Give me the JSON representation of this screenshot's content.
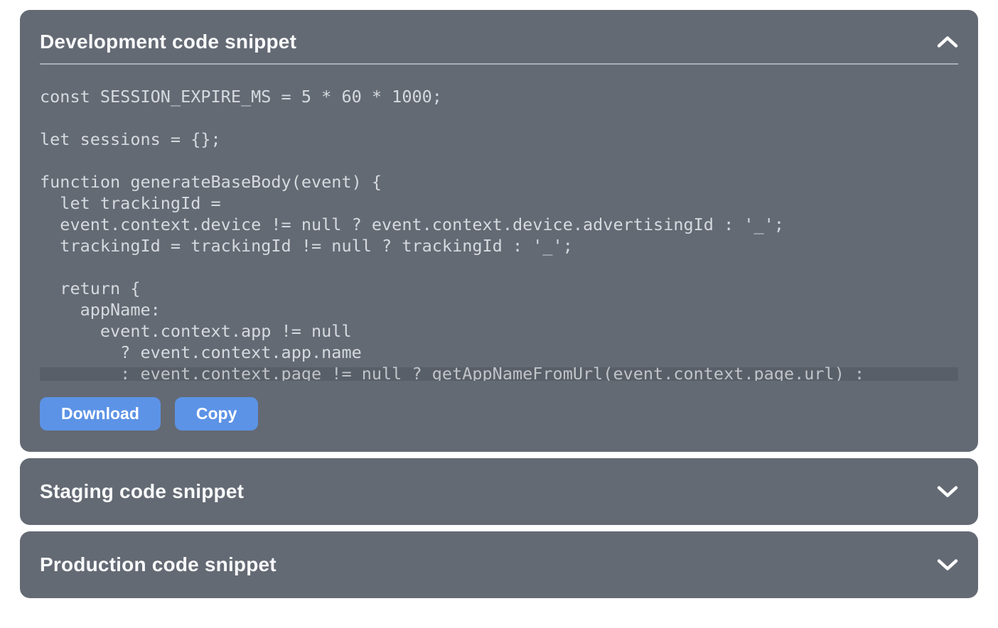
{
  "colors": {
    "page_bg": "#FFFFFF",
    "panel_bg": "#646A74",
    "title_text": "#F9FAFB",
    "code_text": "#D6DADF",
    "divider": "#A9AEB6",
    "button_bg": "#5C93E6",
    "button_text": "#FFFFFF"
  },
  "panels": [
    {
      "title": "Development code snippet",
      "expanded": true,
      "chevron": "chevron-up",
      "code_lines": [
        "const SESSION_EXPIRE_MS = 5 * 60 * 1000;",
        "",
        "let sessions = {};",
        "",
        "function generateBaseBody(event) {",
        "  let trackingId =",
        "  event.context.device != null ? event.context.device.advertisingId : '_';",
        "  trackingId = trackingId != null ? trackingId : '_';",
        "",
        "  return {",
        "    appName:",
        "      event.context.app != null",
        "        ? event.context.app.name",
        "        : event.context.page != null ? getAppNameFromUrl(event.context.page.url) :"
      ],
      "buttons": [
        {
          "label": "Download"
        },
        {
          "label": "Copy"
        }
      ]
    },
    {
      "title": "Staging code snippet",
      "expanded": false,
      "chevron": "chevron-down"
    },
    {
      "title": "Production code snippet",
      "expanded": false,
      "chevron": "chevron-down"
    }
  ]
}
